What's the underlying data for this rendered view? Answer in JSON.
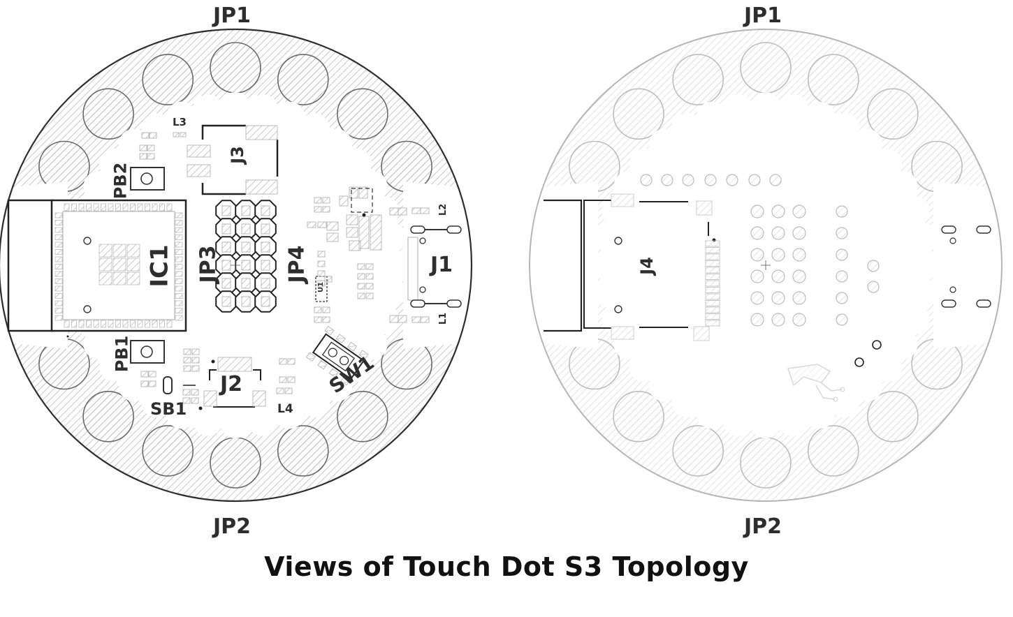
{
  "caption": "Views of Touch Dot S3 Topology",
  "top_view": {
    "edge_labels": {
      "top": "JP1",
      "bottom": "JP2"
    },
    "components": {
      "ic1": "IC1",
      "jp3": "JP3",
      "jp4": "JP4",
      "j1": "J1",
      "j2": "J2",
      "j3": "J3",
      "pb1": "PB1",
      "pb2": "PB2",
      "sb1": "SB1",
      "sw1": "SW1",
      "l1": "L1",
      "l2": "L2",
      "l3": "L3",
      "l4": "L4",
      "u1": "U1"
    }
  },
  "bottom_view": {
    "edge_labels": {
      "top": "JP1",
      "bottom": "JP2"
    },
    "components": {
      "j4": "J4"
    }
  },
  "colors": {
    "outline_dark": "#2e2e2e",
    "outline_light": "#bcbcbc",
    "hatch_dark": "#c2c2c2",
    "hatch_light": "#e0e0e0"
  }
}
